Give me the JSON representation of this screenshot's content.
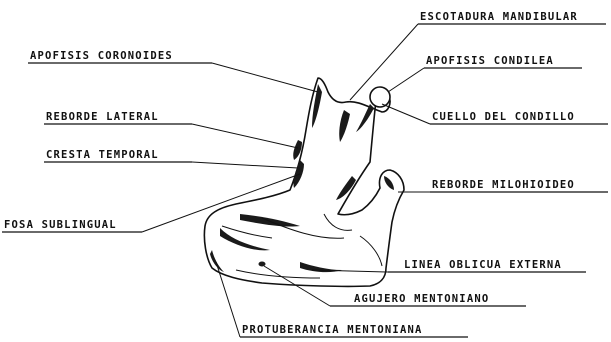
{
  "labels": {
    "escotadura_mandibular": "ESCOTADURA MANDIBULAR",
    "apofisis_coronoides": "APOFISIS CORONOIDES",
    "apofisis_condilea": "APOFISIS CONDILEA",
    "reborde_lateral": "REBORDE LATERAL",
    "cuello_del_condillo": "CUELLO DEL CONDILLO",
    "cresta_temporal": "CRESTA TEMPORAL",
    "reborde_milohioideo": "REBORDE MILOHIOIDEO",
    "fosa_sublingual": "FOSA SUBLINGUAL",
    "linea_oblicua_externa": "LINEA OBLICUA EXTERNA",
    "agujero_mentoniano": "AGUJERO MENTONIANO",
    "protuberancia_mentoniana": "PROTUBERANCIA MENTONIANA"
  }
}
